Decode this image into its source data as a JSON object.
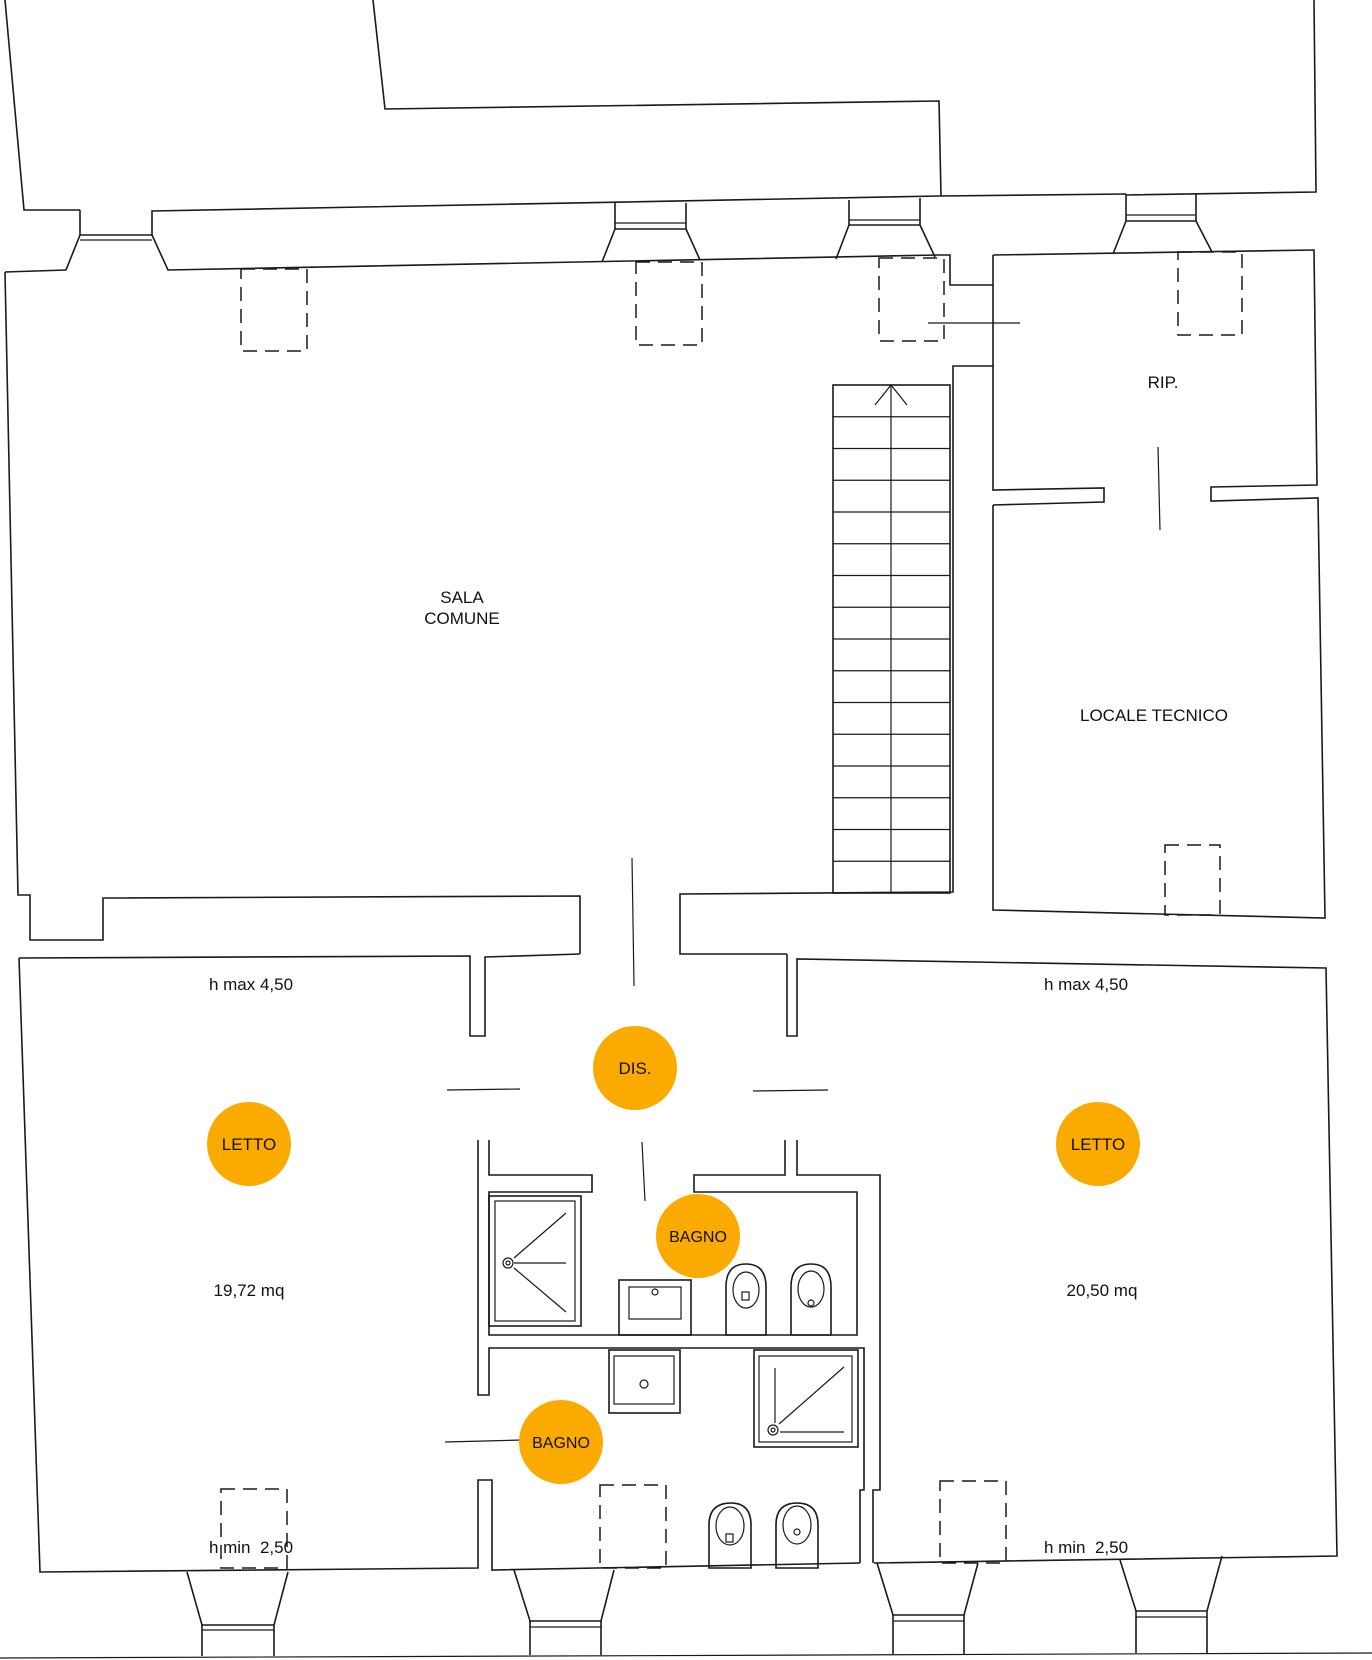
{
  "colors": {
    "badge": "#fbaa00",
    "line": "#1a1a1a"
  },
  "rooms": {
    "sala_line1": "SALA",
    "sala_line2": "COMUNE",
    "rip": "RIP.",
    "locale_tecnico": "LOCALE TECNICO"
  },
  "badges": {
    "dis": "DIS.",
    "letto_left": "LETTO",
    "letto_right": "LETTO",
    "bagno_upper": "BAGNO",
    "bagno_lower": "BAGNO"
  },
  "annotations": {
    "hmax_left": "h max 4,50",
    "hmax_right": "h max 4,50",
    "area_left": "19,72 mq",
    "area_right": "20,50 mq",
    "hmin_left": "h min  2,50",
    "hmin_right": "h min  2,50"
  },
  "icons": [
    "stair-arrow-icon",
    "shower-icon",
    "sink-icon",
    "toilet-icon",
    "bidet-icon"
  ]
}
